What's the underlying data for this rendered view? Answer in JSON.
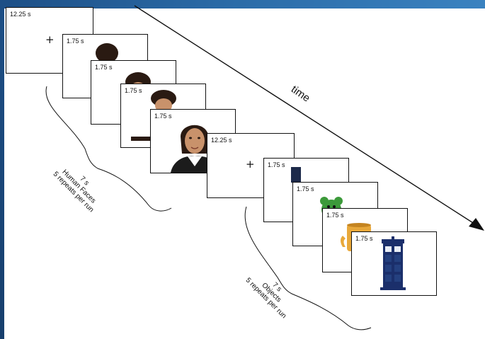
{
  "timeline": {
    "axis_label": "time",
    "faces_block": {
      "fixation": {
        "duration": "12.25 s",
        "symbol": "+"
      },
      "trials": [
        {
          "duration": "1.75 s",
          "image": "face-image-1"
        },
        {
          "duration": "1.75 s",
          "image": "face-image-2"
        },
        {
          "duration": "1.75 s",
          "image": "face-image-3"
        },
        {
          "duration": "1.75 s",
          "image": "face-image-4"
        }
      ],
      "brace_label": {
        "line1": "7 s",
        "line2": "Human Faces",
        "line3": "5 repeats per run"
      }
    },
    "objects_block": {
      "fixation": {
        "duration": "12.25 s",
        "symbol": "+"
      },
      "trials": [
        {
          "duration": "1.75 s",
          "image": "object-image-poster"
        },
        {
          "duration": "1.75 s",
          "image": "object-image-toy"
        },
        {
          "duration": "1.75 s",
          "image": "object-image-mug"
        },
        {
          "duration": "1.75 s",
          "image": "object-image-police-box"
        }
      ],
      "brace_label": {
        "line1": "7 s",
        "line2": "Objects",
        "line3": "5 repeats per run"
      }
    }
  },
  "colors": {
    "background_blue": "#2a6aa6",
    "skin": "#c9926b",
    "hair": "#2a1a12",
    "mug": "#e8a83a",
    "toy": "#3c9a3a",
    "police_box": "#1b2f6b"
  }
}
